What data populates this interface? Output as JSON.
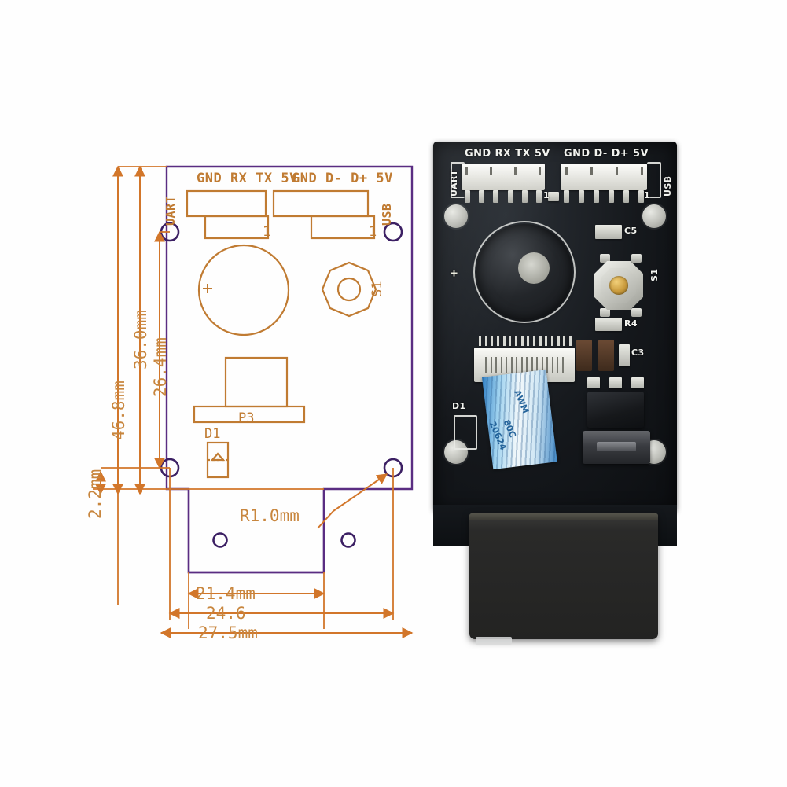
{
  "figure": {
    "kind": "barcode-scanner-module-datasheet-figure",
    "left_panel": "mechanical-dimension-drawing",
    "right_panel": "pcb-product-photo"
  },
  "drawing": {
    "dimensions": {
      "vertical": [
        {
          "id": "overall-height",
          "label": "46.8mm",
          "value": 46.8,
          "unit": "mm"
        },
        {
          "id": "hole-to-hole-height",
          "label": "36.0mm",
          "value": 36.0,
          "unit": "mm"
        },
        {
          "id": "inner-height",
          "label": "26.4mm",
          "value": 26.4,
          "unit": "mm"
        },
        {
          "id": "edge-offset",
          "label": "2.2mm",
          "value": 2.2,
          "unit": "mm"
        }
      ],
      "horizontal": [
        {
          "id": "hole-span-width",
          "label": "21.4mm",
          "value": 21.4,
          "unit": "mm"
        },
        {
          "id": "mid-width",
          "label": "24.6",
          "value": 24.6,
          "unit": "mm"
        },
        {
          "id": "overall-width",
          "label": "27.5mm",
          "value": 27.5,
          "unit": "mm"
        }
      ],
      "radius": {
        "id": "corner-radius",
        "label": "R1.0mm",
        "value": 1.0,
        "unit": "mm"
      }
    },
    "connector_silkscreen": {
      "uart_label": "UART",
      "uart_pins": "GND RX TX 5V",
      "uart_pin1": "1",
      "usb_label": "USB",
      "usb_pins": "GND D- D+ 5V",
      "usb_pin1": "1"
    },
    "refdes": {
      "switch": "S1",
      "scanner_module": "P3",
      "led": "D1",
      "buzzer_polarity": "+"
    },
    "colors": {
      "board_outline": "#5a2d82",
      "features": "#c07b32",
      "dimension_lines": "#d2762a",
      "dimension_text": "#c8863e",
      "background": "#ffffff"
    }
  },
  "photo": {
    "silkscreen": {
      "uart_label": "UART",
      "uart_pins": "GND RX TX 5V",
      "usb_label": "USB",
      "usb_pins": "GND D- D+ 5V",
      "switch": "S1",
      "cap_c5": "C5",
      "cap_c3": "C3",
      "res_r4": "R4",
      "led_d1": "D1",
      "uart_pin1": "1",
      "usb_pin1": "1"
    },
    "ribbon_cable_markings": {
      "line1": "AWM",
      "line2": "80C",
      "line3": "20624"
    },
    "colors": {
      "soldermask": "#14171b",
      "silkscreen": "#f2f3ef",
      "connector_white": "#f1f1ec",
      "ribbon_blue": "#2f7fc4",
      "button_gold": "#c99a3c",
      "scanner_housing": "#2a2a29"
    }
  }
}
